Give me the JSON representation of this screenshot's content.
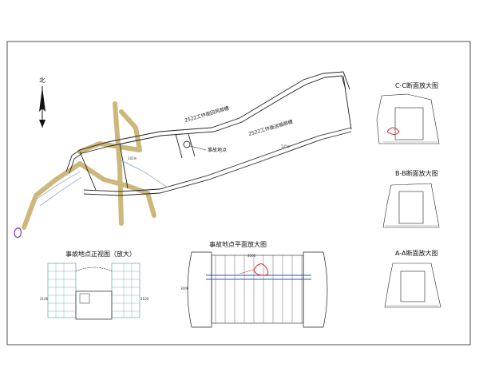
{
  "north_label": "北",
  "labels": {
    "return_airway": "2522工作面回风顺槽",
    "haulage_roadway": "2522工作面运输顺槽",
    "accident_point": "事故地点",
    "distance_1": "102m",
    "distance_2": "125m"
  },
  "insets": {
    "front_view_title": "事故地点正视图（放大）",
    "plan_view_title": "事故地点平面放大图",
    "section_cc": "C-C断面放大图",
    "section_bb": "B-B断面放大图",
    "section_aa": "A-A断面放大图"
  },
  "dims": {
    "fv_left": "2100",
    "fv_right": "2100",
    "pv_width": "4000",
    "pv_depth": "3000"
  },
  "colors": {
    "roadway": "#cdb77a",
    "water": "#5aa7b8",
    "accent_red": "#d2262e",
    "blue": "#2b55c8",
    "purple": "#7a3aa8",
    "ink": "#222222"
  }
}
